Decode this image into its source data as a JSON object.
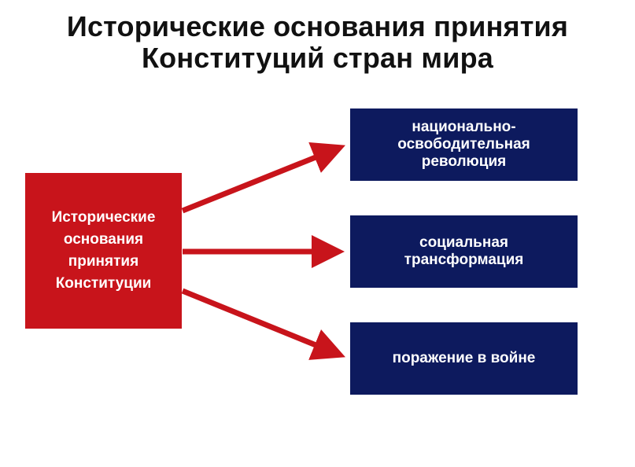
{
  "title": {
    "line1": "Исторические основания принятия",
    "line2": "Конституций стран мира"
  },
  "source": {
    "lines": [
      "Исторические",
      "основания",
      "принятия",
      "Конституции"
    ]
  },
  "targets": [
    {
      "lines": [
        "национально-",
        "освободительная",
        "революция"
      ]
    },
    {
      "lines": [
        "социальная",
        "трансформация"
      ]
    },
    {
      "lines": [
        "поражение в войне"
      ]
    }
  ],
  "colors": {
    "source_fill": "#c8141b",
    "target_fill": "#0d1a5e",
    "arrow": "#c8141b",
    "text_on_box": "#ffffff"
  }
}
